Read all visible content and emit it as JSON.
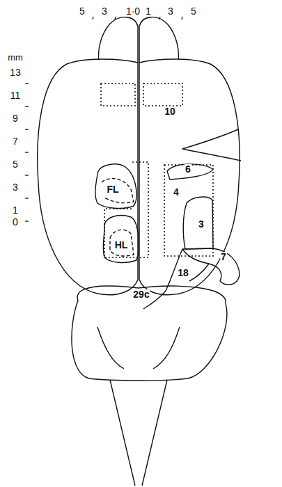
{
  "diagram": {
    "labels": [
      "5",
      "3",
      "1·0",
      "1",
      "3",
      "5",
      "mm",
      "13",
      "11",
      "9",
      "7",
      "5",
      "3",
      "1",
      "0",
      "10",
      "6",
      "4",
      "3",
      "7",
      "18",
      "29c",
      "FL",
      "HL"
    ]
  }
}
